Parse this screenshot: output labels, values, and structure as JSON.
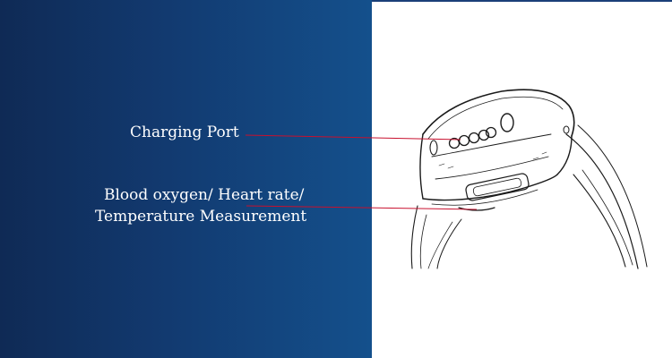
{
  "callouts": {
    "charging_port": "Charging Port",
    "sensor_line1": "Blood oxygen/ Heart rate/",
    "sensor_line2": "Temperature Measurement"
  },
  "colors": {
    "background_left": "#123a70",
    "background_right": "#ffffff",
    "leader_line": "#c8102e",
    "label_text": "#ffffff",
    "sketch_stroke": "#1a1a1a"
  },
  "icons": {
    "device": "wristband-sketch"
  }
}
